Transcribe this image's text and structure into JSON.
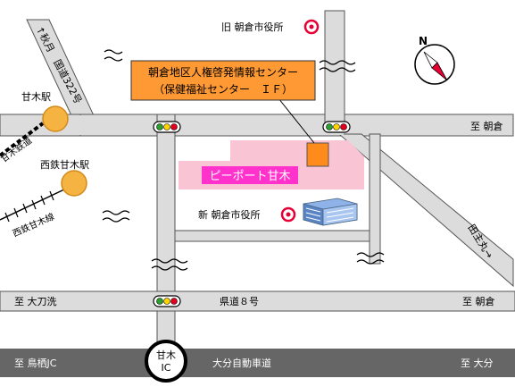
{
  "colors": {
    "road": "#dcdcdc",
    "road_edge": "#555555",
    "expressway": "#666666",
    "highlight_box": "#ff9933",
    "highlight_building": "#ff8c1a",
    "pink_area": "#f9c4d4",
    "magenta_label": "#ff33cc",
    "station": "#f5b342",
    "landmark_red": "#e60033"
  },
  "icons": {
    "north": "north-arrow-icon",
    "station": "station-circle-icon",
    "landmark": "landmark-target-icon",
    "signal": "traffic-signal-icon",
    "building": "city-hall-building-icon"
  },
  "labels": {
    "route322": "↑秋月　国道322号",
    "old_city_hall": "旧 朝倉市役所",
    "new_city_hall": "新 朝倉市役所",
    "callout_line1": "朝倉地区人権啓発情報センター",
    "callout_line2": "（保健福祉センター　ＩＦ）",
    "pier_port": "ピーポート甘木",
    "amagi_station": "甘木駅",
    "amagi_railway": "甘木鉄道",
    "nishitetsu_amagi_station": "西鉄甘木駅",
    "nishitetsu_amagi_line": "西鉄甘木線",
    "to_asakura_top": "至 朝倉",
    "to_asakura_mid": "至 朝倉",
    "to_tachiarai": "至 大刀洗",
    "prefectural_road_8": "県道８号",
    "to_tashiromaru": "田主丸→",
    "to_tosu_jc": "至 鳥栖JC",
    "amagi_ic_line1": "甘木",
    "amagi_ic_line2": "IC",
    "expressway_name": "大分自動車道",
    "to_oita": "至 大分"
  }
}
